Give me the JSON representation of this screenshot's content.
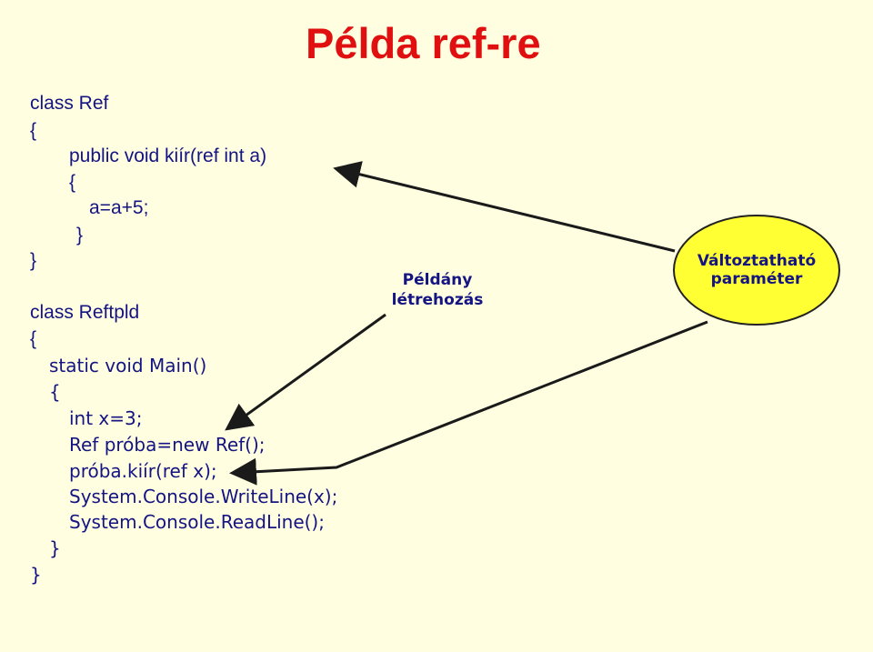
{
  "title": "Példa ref-re",
  "code": {
    "l1": "class Ref",
    "l2": "{",
    "l3": "public void kiír(ref int a)",
    "l4": "{",
    "l5": "a=a+5;",
    "l6": "}",
    "l7": "}",
    "l8": "class Reftpld",
    "l9": "{",
    "l10": "static void Main()",
    "l11": "{",
    "l12": "int x=3;",
    "l13": "Ref próba=new Ref();",
    "l14": "próba.kiír(ref x);",
    "l15": "System.Console.WriteLine(x);",
    "l16": "System.Console.ReadLine();",
    "l17": "}",
    "l18": "}"
  },
  "annotations": {
    "instance_label": "Példány\nlétrehozás",
    "variable_bubble": "Változtatható\nparaméter"
  },
  "colors": {
    "background": "#fffee0",
    "title": "#e01010",
    "text": "#141482",
    "bubble_fill": "#ffff33"
  }
}
